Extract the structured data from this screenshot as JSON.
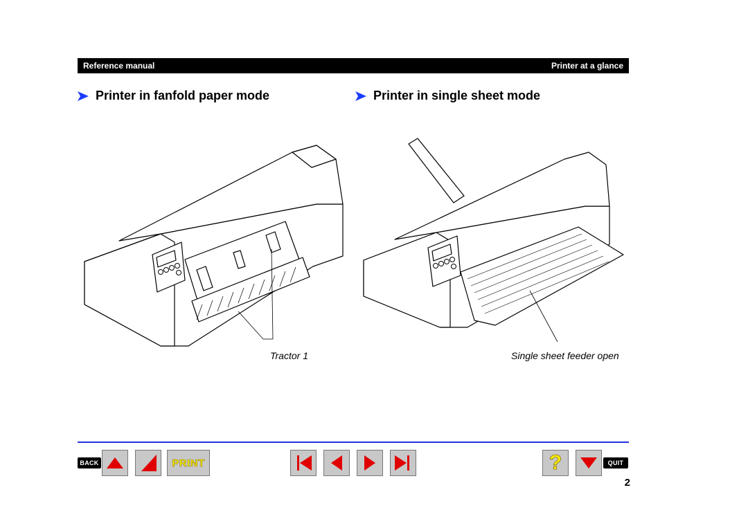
{
  "header": {
    "left_label": "Reference manual",
    "right_label": "Printer at a glance"
  },
  "sections": {
    "left_title": "Printer in fanfold paper mode",
    "right_title": "Printer in single sheet mode"
  },
  "figures": {
    "left_caption": "Tractor 1",
    "right_caption": "Single sheet feeder open"
  },
  "navigation": {
    "back_label": "BACK",
    "print_label": "PRINT",
    "quit_label": "QUIT",
    "help_symbol": "?"
  },
  "page_number": "2",
  "colors": {
    "accent_arrow": "#1a3cff",
    "nav_red": "#e00000",
    "footer_rule": "#2233dd",
    "print_text": "#ffee00"
  }
}
